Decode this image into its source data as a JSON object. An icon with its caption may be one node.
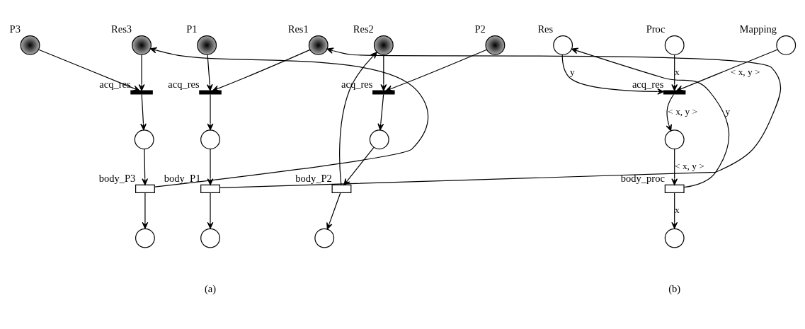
{
  "diagram": {
    "nodes": [
      {
        "text": [],
        "shape": "token",
        "beside": [
          "P1"
        ]
      },
      {
        "text": [],
        "shape": "token",
        "beside": [
          "Res1"
        ]
      },
      {
        "text": [],
        "shape": "bar",
        "beside": [
          "acq_res"
        ]
      },
      {
        "text": [],
        "shape": "circle"
      },
      {
        "text": [],
        "shape": "box",
        "beside": [
          "body_P1"
        ]
      },
      {
        "text": [],
        "shape": "circle"
      },
      {
        "text": [],
        "shape": "token",
        "beside": [
          "P2"
        ]
      },
      {
        "text": [],
        "shape": "token",
        "beside": [
          "Res2"
        ]
      },
      {
        "text": [],
        "shape": "bar",
        "beside": [
          "acq_res"
        ]
      },
      {
        "text": [],
        "shape": "circle"
      },
      {
        "text": [],
        "shape": "box",
        "beside": [
          "body_P2"
        ]
      },
      {
        "text": [],
        "shape": "circle"
      },
      {
        "text": [],
        "shape": "token",
        "beside": [
          "P3"
        ]
      },
      {
        "text": [],
        "shape": "token",
        "beside": [
          "Res3"
        ]
      },
      {
        "text": [],
        "shape": "bar",
        "beside": [
          "acq_res"
        ]
      },
      {
        "text": [],
        "shape": "circle"
      },
      {
        "text": [],
        "shape": "box",
        "beside": [
          "body_P3"
        ]
      },
      {
        "text": [],
        "shape": "circle"
      },
      {
        "text": [],
        "shape": "circle",
        "beside": [
          "Mapping"
        ]
      },
      {
        "text": [],
        "shape": "circle",
        "beside": [
          "Proc"
        ]
      },
      {
        "text": [],
        "shape": "circle",
        "beside": [
          "Res"
        ]
      },
      {
        "text": [],
        "shape": "bar",
        "beside": [
          "acq_res"
        ]
      },
      {
        "text": [],
        "shape": "circle"
      },
      {
        "text": [],
        "shape": "box",
        "beside": [
          "body_proc"
        ]
      },
      {
        "text": [],
        "shape": "circle"
      }
    ],
    "edges": [
      {
        "from": 0,
        "to": 2,
        "arrow": "to"
      },
      {
        "from": 1,
        "to": 2,
        "arrow": "to"
      },
      {
        "from": 2,
        "to": 3,
        "arrow": "to"
      },
      {
        "from": 3,
        "to": 4,
        "arrow": "to"
      },
      {
        "from": 4,
        "to": 5,
        "arrow": "to"
      },
      {
        "from": 4,
        "to": 1,
        "arrow": "to"
      },
      {
        "from": 6,
        "to": 8,
        "arrow": "to"
      },
      {
        "from": 7,
        "to": 8,
        "arrow": "to"
      },
      {
        "from": 8,
        "to": 9,
        "arrow": "to"
      },
      {
        "from": 9,
        "to": 10,
        "arrow": "to"
      },
      {
        "from": 10,
        "to": 11,
        "arrow": "to"
      },
      {
        "from": 10,
        "to": 7,
        "arrow": "to"
      },
      {
        "from": 12,
        "to": 14,
        "arrow": "to"
      },
      {
        "from": 13,
        "to": 14,
        "arrow": "to"
      },
      {
        "from": 14,
        "to": 15,
        "arrow": "to"
      },
      {
        "from": 15,
        "to": 16,
        "arrow": "to"
      },
      {
        "from": 16,
        "to": 17,
        "arrow": "to"
      },
      {
        "from": 16,
        "to": 13,
        "arrow": "to"
      },
      {
        "from": 18,
        "to": 21,
        "arrow": "to",
        "label": "< x, y >"
      },
      {
        "from": 19,
        "to": 21,
        "arrow": "to",
        "label": "x"
      },
      {
        "from": 20,
        "to": 21,
        "arrow": "to",
        "label": "y"
      },
      {
        "from": 21,
        "to": 22,
        "arrow": "to",
        "label": "< x, y >"
      },
      {
        "from": 22,
        "to": 23,
        "arrow": "to",
        "label": "< x, y >"
      },
      {
        "from": 23,
        "to": 24,
        "arrow": "to",
        "label": "x"
      },
      {
        "from": 23,
        "to": 20,
        "arrow": "to",
        "label": "y"
      }
    ],
    "labels": [
      "(a)",
      "(b)"
    ]
  }
}
